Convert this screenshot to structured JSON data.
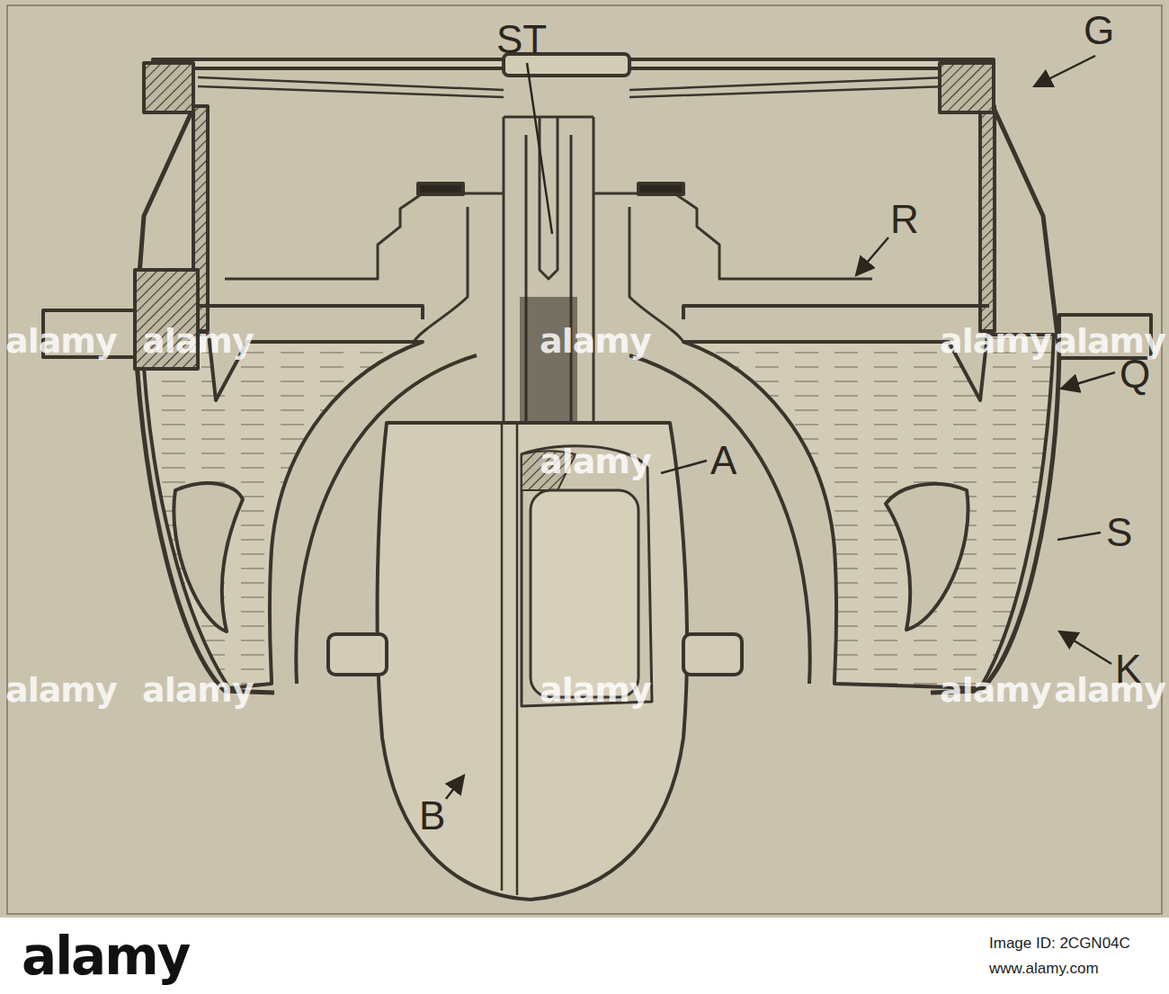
{
  "diagram": {
    "labels": [
      "G",
      "ST",
      "R",
      "Q",
      "S",
      "K",
      "A",
      "B",
      "alamy",
      "alamy",
      "alamy",
      "alamy",
      "alamy",
      "alamy",
      "alamy",
      "alamy",
      "alamy",
      "alamy",
      "alamy",
      "alamy",
      "Image ID: 2CGN04C",
      "www.alamy.com"
    ]
  }
}
